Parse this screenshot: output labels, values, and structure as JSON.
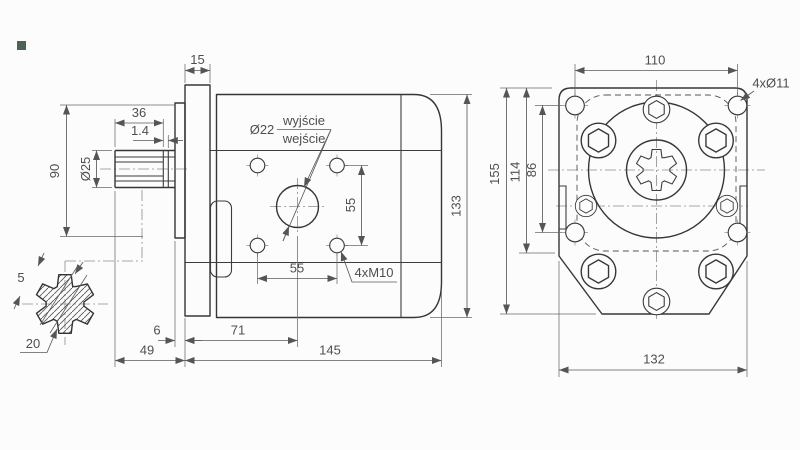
{
  "page": {
    "background": "#fcfcfc",
    "watermark_color": "#4d6354"
  },
  "side_view": {
    "label": "pump side view",
    "dims": {
      "plate_thickness": "15",
      "spline_length": "36",
      "groove": "1.4",
      "pilot": "90",
      "shaft_dia": "Ø25",
      "port_dia": "Ø22",
      "port_outlet": "wyjście",
      "port_inlet": "wejście",
      "hole_v_spacing": "55",
      "hole_h_spacing": "55",
      "thread_callout": "4xM10",
      "body_height": "133",
      "step": "6",
      "port_center": "71",
      "shaft_length": "49",
      "body_length": "145"
    }
  },
  "spline_section": {
    "label": "shaft spline cross-section",
    "dims": {
      "tooth_width": "5",
      "ref": "20"
    }
  },
  "front_view": {
    "label": "pump front view",
    "dims": {
      "hole_h_spacing": "110",
      "corner_holes": "4xØ11",
      "total_height": "155",
      "flange_height": "114",
      "hole_v_spacing": "86",
      "flange_width": "132"
    }
  }
}
